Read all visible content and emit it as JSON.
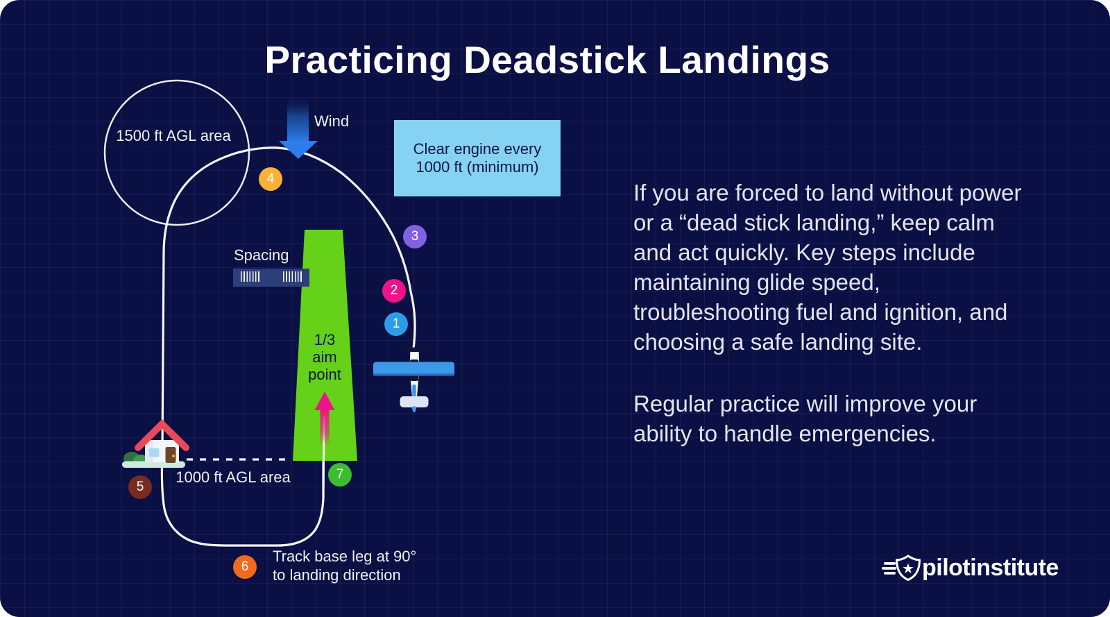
{
  "title": "Practicing Deadstick Landings",
  "colors": {
    "bg": "#0A0F44",
    "runway": "#65D118",
    "callout": "#85D2F2",
    "navy-text": "#0E1547",
    "magenta": "#F0128B",
    "wind": "#2B7DE9",
    "plane": "#3D9AEA",
    "spacingbar": "#2E3E7A",
    "path": "#FFFFFF",
    "text": "#E4E5EF"
  },
  "diagram": {
    "circle_label": "1500 ft AGL area",
    "wind_label": "Wind",
    "callout_text": "Clear engine every 1000 ft (minimum)",
    "spacing_label": "Spacing",
    "aim_point_label": "1/3\naim\npoint",
    "agl_1000_label": "1000 ft AGL area",
    "base_leg_label": "Track base leg at 90°\nto landing direction",
    "markers": [
      {
        "number": "1",
        "color": "#2C9BE8"
      },
      {
        "number": "2",
        "color": "#F0128B"
      },
      {
        "number": "3",
        "color": "#8161E3"
      },
      {
        "number": "4",
        "color": "#F9B234"
      },
      {
        "number": "5",
        "color": "#7A2B20"
      },
      {
        "number": "6",
        "color": "#F26A1E"
      },
      {
        "number": "7",
        "color": "#3CBD2F"
      }
    ]
  },
  "description": {
    "para1": "If you are forced to land without power or a “dead stick landing,” keep calm and act quickly. Key steps include maintaining glide speed, troubleshooting fuel and ignition, and choosing a safe landing site.",
    "para2": "Regular practice will improve your ability to handle emergencies."
  },
  "logo": {
    "text": "pilotinstitute"
  }
}
